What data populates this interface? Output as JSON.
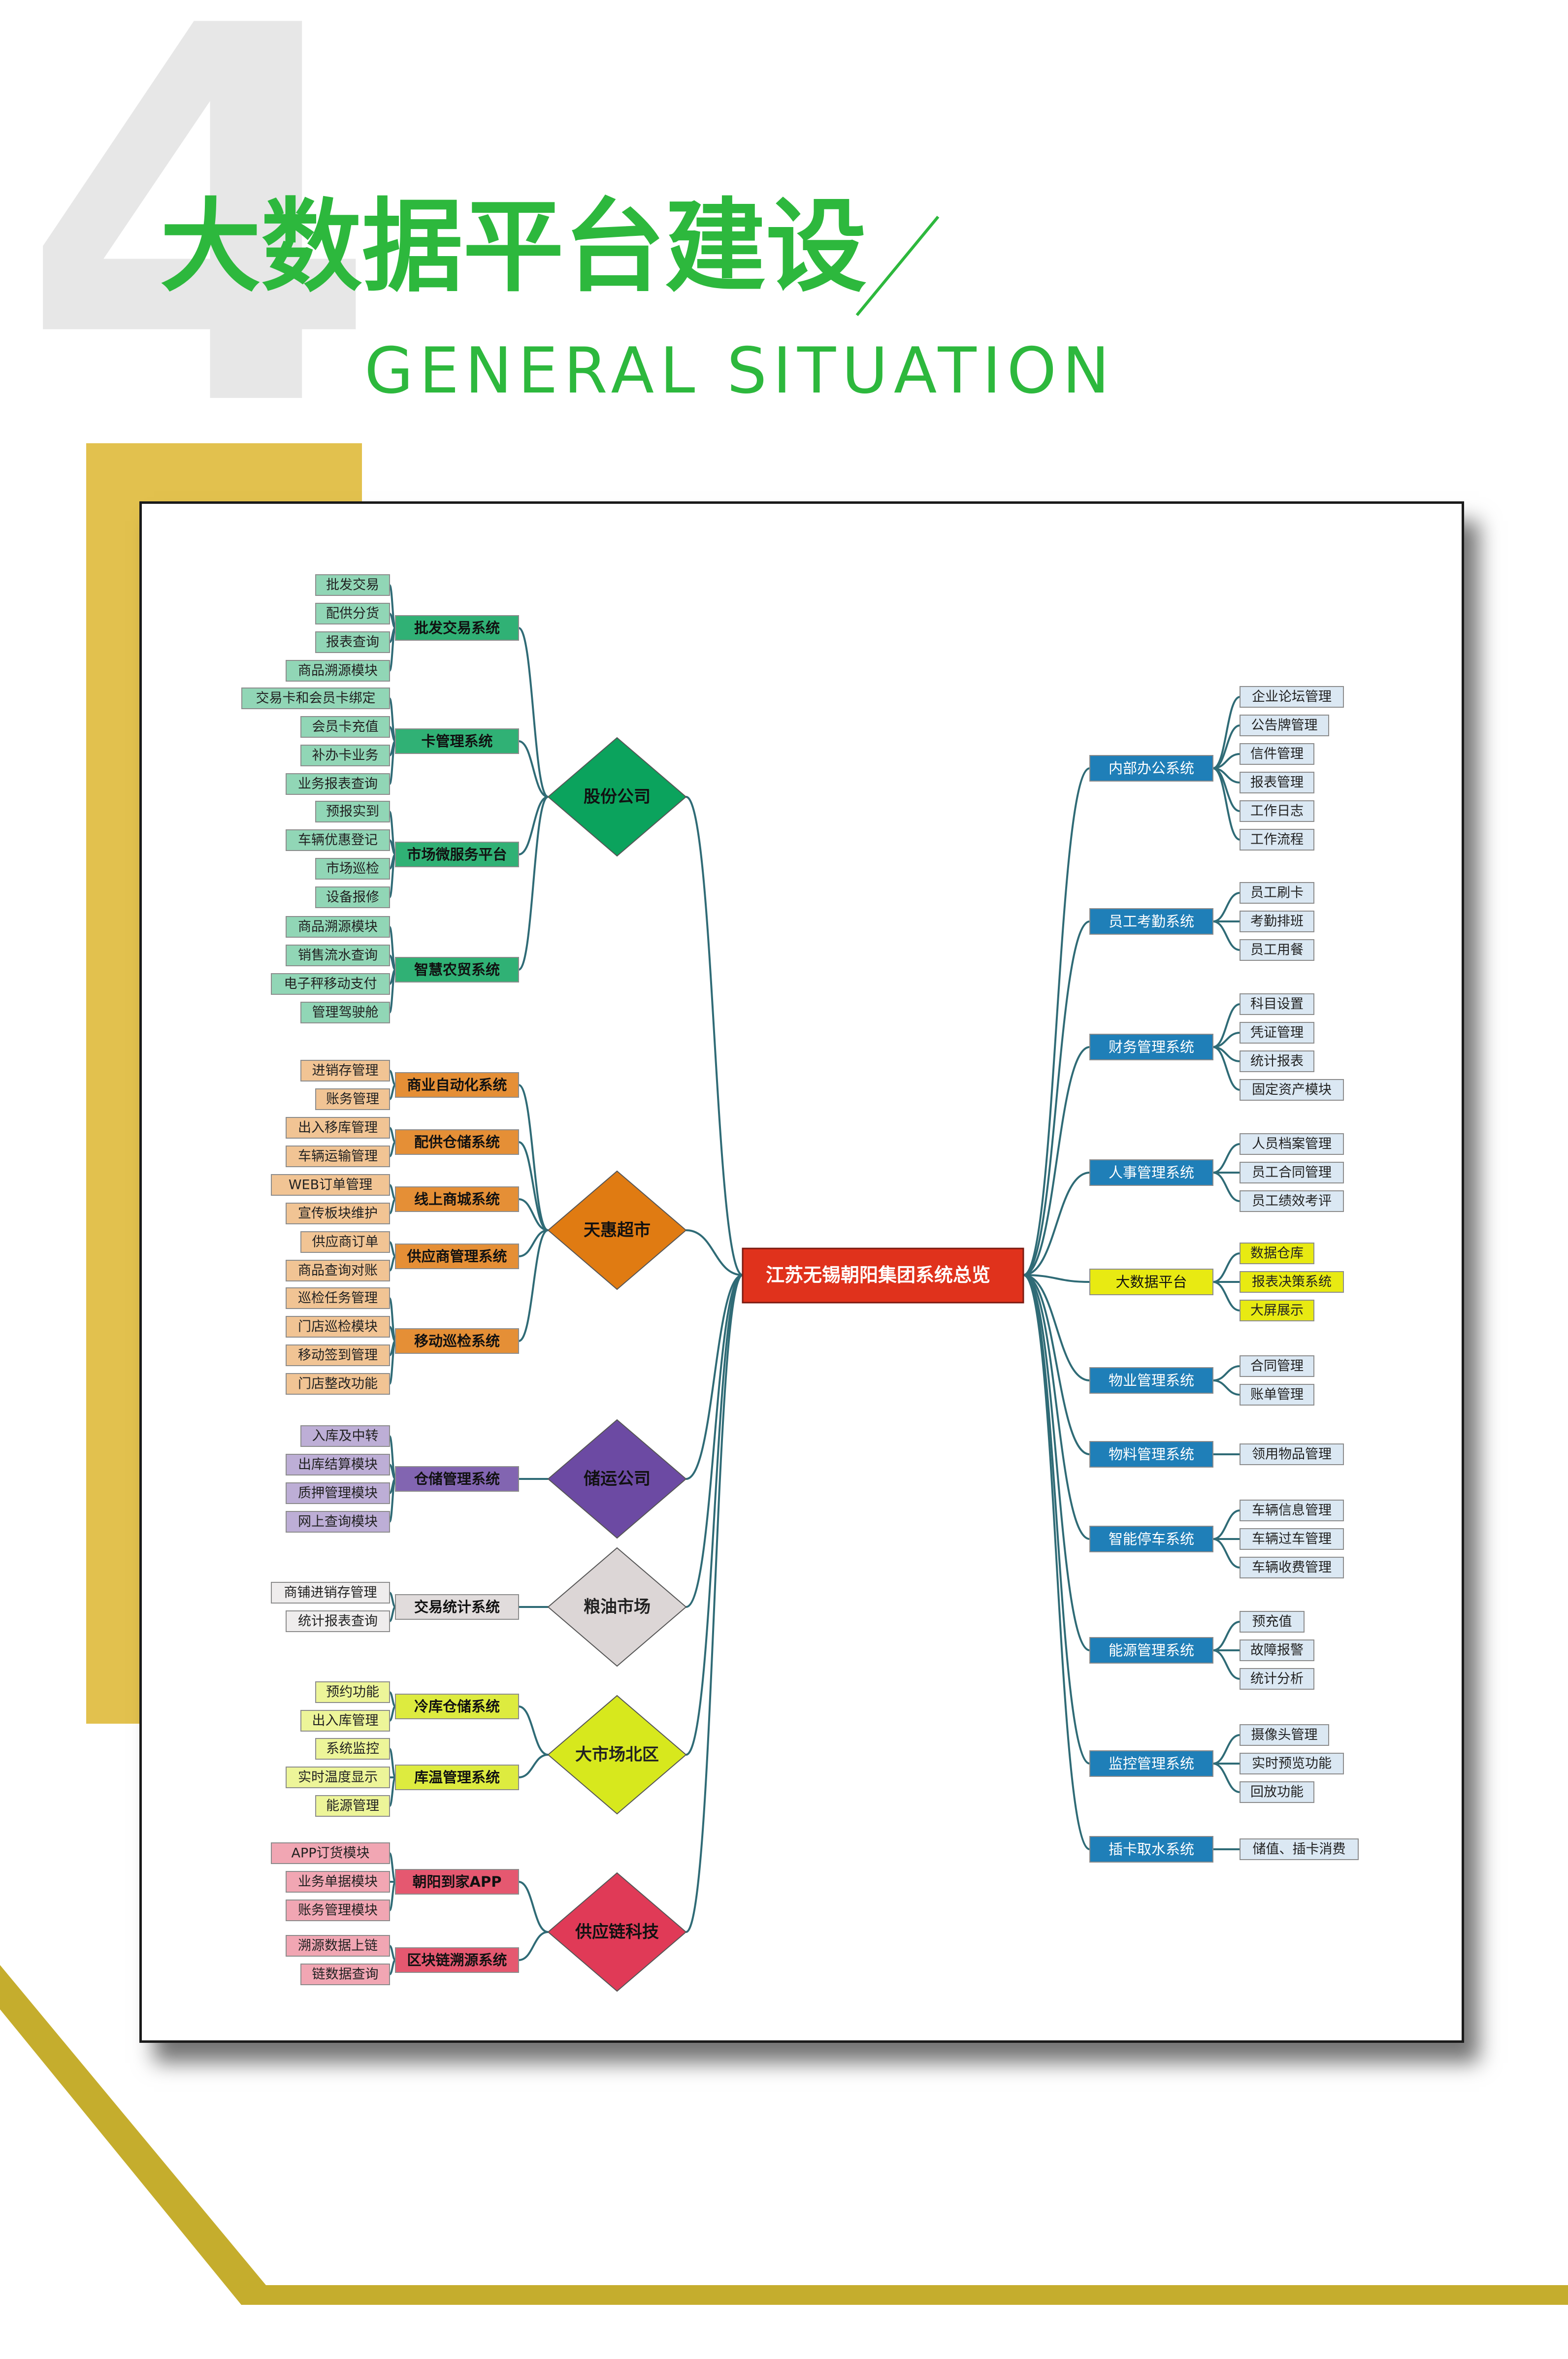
{
  "header": {
    "big_number": "4",
    "title": "大数据平台建设",
    "subtitle": "GENERAL SITUATION"
  },
  "mindmap": {
    "center": "江苏无锡朝阳集团系统总览",
    "left": [
      {
        "name": "股份公司",
        "color": "#0ba35d",
        "systems": [
          {
            "name": "批发交易系统",
            "items": [
              "批发交易",
              "配供分货",
              "报表查询",
              "商品溯源模块"
            ]
          },
          {
            "name": "卡管理系统",
            "items": [
              "交易卡和会员卡绑定",
              "会员卡充值",
              "补办卡业务",
              "业务报表查询"
            ]
          },
          {
            "name": "市场微服务平台",
            "items": [
              "预报实到",
              "车辆优惠登记",
              "市场巡检",
              "设备报修"
            ]
          },
          {
            "name": "智慧农贸系统",
            "items": [
              "商品溯源模块",
              "销售流水查询",
              "电子秤移动支付",
              "管理驾驶舱"
            ]
          }
        ]
      },
      {
        "name": "天惠超市",
        "color": "#e07b12",
        "systems": [
          {
            "name": "商业自动化系统",
            "items": [
              "进销存管理",
              "账务管理"
            ]
          },
          {
            "name": "配供仓储系统",
            "items": [
              "出入移库管理",
              "车辆运输管理"
            ]
          },
          {
            "name": "线上商城系统",
            "items": [
              "WEB订单管理",
              "宣传板块维护"
            ]
          },
          {
            "name": "供应商管理系统",
            "items": [
              "供应商订单",
              "商品查询对账"
            ]
          },
          {
            "name": "移动巡检系统",
            "items": [
              "巡检任务管理",
              "门店巡检模块",
              "移动签到管理",
              "门店整改功能"
            ]
          }
        ]
      },
      {
        "name": "储运公司",
        "color": "#6c4aa3",
        "systems": [
          {
            "name": "仓储管理系统",
            "items": [
              "入库及中转",
              "出库结算模块",
              "质押管理模块",
              "网上查询模块"
            ]
          }
        ]
      },
      {
        "name": "粮油市场",
        "color": "#dcd6d6",
        "systems": [
          {
            "name": "交易统计系统",
            "items": [
              "商铺进销存管理",
              "统计报表查询"
            ]
          }
        ]
      },
      {
        "name": "大市场北区",
        "color": "#d7e81d",
        "systems": [
          {
            "name": "冷库仓储系统",
            "items": [
              "预约功能",
              "出入库管理"
            ]
          },
          {
            "name": "库温管理系统",
            "items": [
              "系统监控",
              "实时温度显示",
              "能源管理"
            ]
          }
        ]
      },
      {
        "name": "供应链科技",
        "color": "#e03a57",
        "systems": [
          {
            "name": "朝阳到家APP",
            "items": [
              "APP订货模块",
              "业务单据模块",
              "账务管理模块"
            ]
          },
          {
            "name": "区块链溯源系统",
            "items": [
              "溯源数据上链",
              "链数据查询"
            ]
          }
        ]
      }
    ],
    "right": [
      {
        "name": "内部办公系统",
        "items": [
          "企业论坛管理",
          "公告牌管理",
          "信件管理",
          "报表管理",
          "工作日志",
          "工作流程"
        ]
      },
      {
        "name": "员工考勤系统",
        "items": [
          "员工刷卡",
          "考勤排班",
          "员工用餐"
        ]
      },
      {
        "name": "财务管理系统",
        "items": [
          "科目设置",
          "凭证管理",
          "统计报表",
          "固定资产模块"
        ]
      },
      {
        "name": "人事管理系统",
        "items": [
          "人员档案管理",
          "员工合同管理",
          "员工绩效考评"
        ]
      },
      {
        "name": "大数据平台",
        "items": [
          "数据仓库",
          "报表决策系统",
          "大屏展示"
        ]
      },
      {
        "name": "物业管理系统",
        "items": [
          "合同管理",
          "账单管理"
        ]
      },
      {
        "name": "物料管理系统",
        "items": [
          "领用物品管理"
        ]
      },
      {
        "name": "智能停车系统",
        "items": [
          "车辆信息管理",
          "车辆过车管理",
          "车辆收费管理"
        ]
      },
      {
        "name": "能源管理系统",
        "items": [
          "预充值",
          "故障报警",
          "统计分析"
        ]
      },
      {
        "name": "监控管理系统",
        "items": [
          "摄像头管理",
          "实时预览功能",
          "回放功能"
        ]
      },
      {
        "name": "插卡取水系统",
        "items": [
          "储值、插卡消费"
        ]
      }
    ]
  },
  "colors": {
    "title_green": "#2db83d",
    "line": "#2f6b76",
    "center_fill": "#e0321c",
    "right_system_fill": "#1f7fb8",
    "right_item_fill": "#dbe8f3",
    "bigdata_fill": "#e8ea12"
  }
}
